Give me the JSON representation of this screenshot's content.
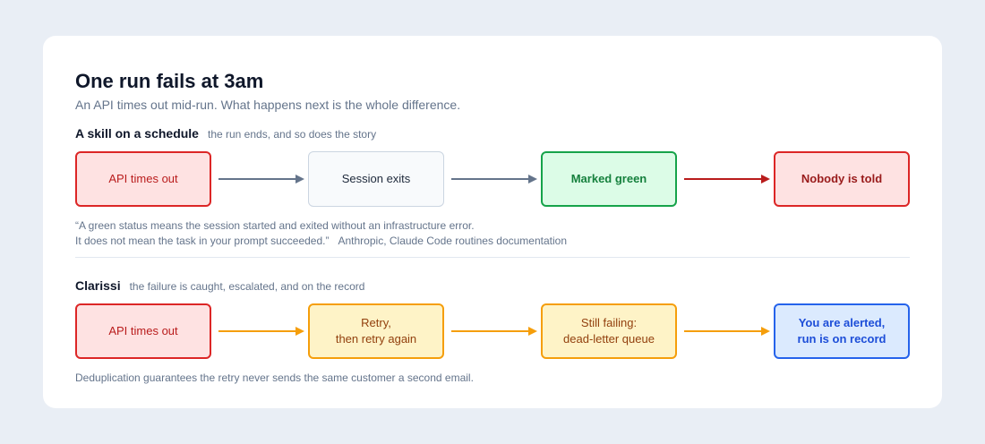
{
  "title": "One run fails at 3am",
  "subtitle": "An API times out mid-run. What happens next is the whole difference.",
  "page_background": "#e9eef5",
  "schedule": {
    "heading": "A skill on a schedule",
    "caption": "the run ends, and so does the story",
    "steps": [
      {
        "lines": [
          "API times out"
        ],
        "fill": "#fee2e2",
        "border": "#dc2626",
        "text_color": "#b91c1c"
      },
      {
        "lines": [
          "Session exits"
        ],
        "fill": "#f8fafc",
        "border": "#cbd5e1",
        "text_color": "#1e293b"
      },
      {
        "lines": [
          "Marked green"
        ],
        "fill": "#dcfce7",
        "border": "#16a34a",
        "text_color": "#15803d"
      },
      {
        "lines": [
          "Nobody is told"
        ],
        "fill": "#fee2e2",
        "border": "#dc2626",
        "text_color": "#991b1b"
      }
    ],
    "arrows": [
      "#64748b",
      "#64748b",
      "#b91c1c"
    ],
    "quote": {
      "line1": "“A green status means the session started and exited without an infrastructure error.",
      "line2": "It does not mean the task in your prompt succeeded.”",
      "attribution": "Anthropic, Claude Code routines documentation"
    }
  },
  "clarissi": {
    "heading": "Clarissi",
    "caption": "the failure is caught, escalated, and on the record",
    "steps": [
      {
        "lines": [
          "API times out"
        ],
        "fill": "#fee2e2",
        "border": "#dc2626",
        "text_color": "#b91c1c"
      },
      {
        "lines": [
          "Retry,",
          "then retry again"
        ],
        "fill": "#fef3c7",
        "border": "#f59e0b",
        "text_color": "#92400e"
      },
      {
        "lines": [
          "Still failing:",
          "dead-letter queue"
        ],
        "fill": "#fef3c7",
        "border": "#f59e0b",
        "text_color": "#92400e"
      },
      {
        "lines": [
          "You are alerted,",
          "run is on record"
        ],
        "fill": "#dbeafe",
        "border": "#2563eb",
        "text_color": "#1d4ed8"
      }
    ],
    "arrows": [
      "#f59e0b",
      "#f59e0b",
      "#f59e0b"
    ],
    "footnote": "Deduplication guarantees the retry never sends the same customer a second email."
  }
}
